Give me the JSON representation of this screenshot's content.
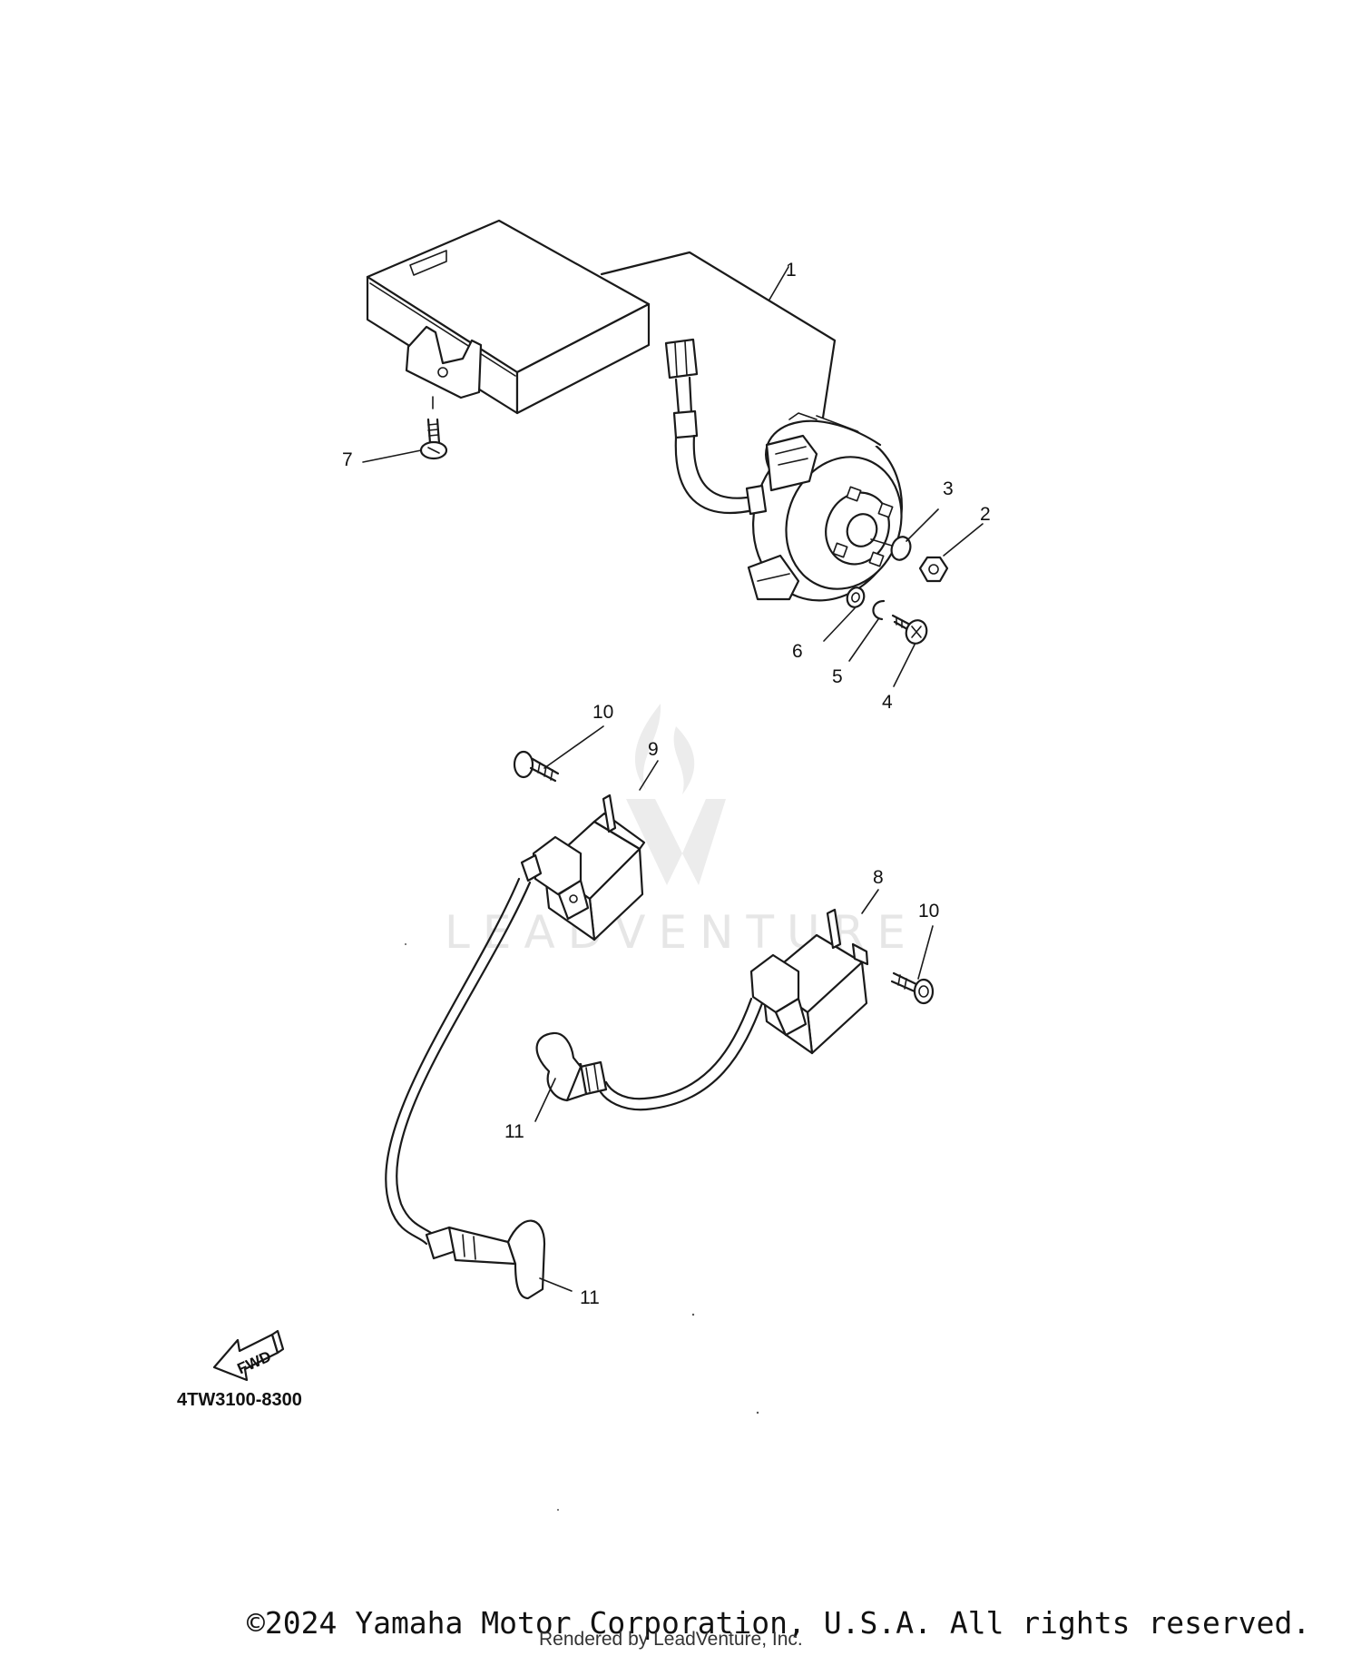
{
  "callouts": {
    "c1": "1",
    "c2": "2",
    "c3": "3",
    "c4": "4",
    "c5": "5",
    "c6": "6",
    "c7": "7",
    "c8": "8",
    "c9": "9",
    "c10a": "10",
    "c10b": "10",
    "c11a": "11",
    "c11b": "11"
  },
  "direction_label": "FWD",
  "diagram_code": "4TW3100-8300",
  "watermark": "LEADVENTURE",
  "footer": {
    "copyright": "©2024 Yamaha Motor Corporation, U.S.A. All rights reserved.",
    "rendered_by": "Rendered by LeadVenture, Inc."
  }
}
